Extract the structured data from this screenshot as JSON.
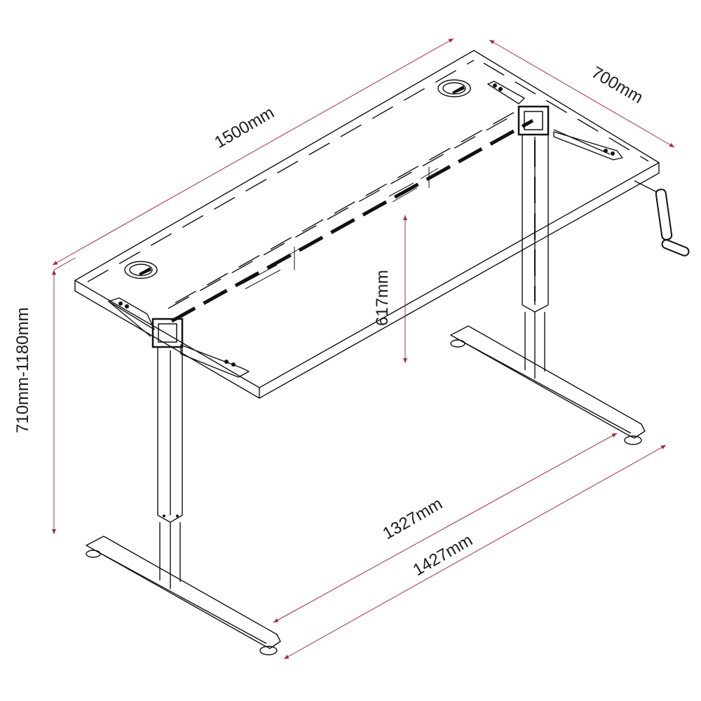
{
  "diagram": {
    "subject": "Height-adjustable desk with hand crank",
    "dimension_color": "#a0303a",
    "line_color": "#111111",
    "dimensions": {
      "top_width": "1500mm",
      "top_depth": "700mm",
      "height_range": "710mm-1180mm",
      "frame_depth": "617mm",
      "inner_foot_span": "1327mm",
      "outer_foot_span": "1427mm"
    },
    "components": [
      "table-top",
      "grommet-left",
      "grommet-right",
      "crossbar",
      "leg-left",
      "leg-right",
      "foot-left",
      "foot-right",
      "hand-crank"
    ]
  }
}
